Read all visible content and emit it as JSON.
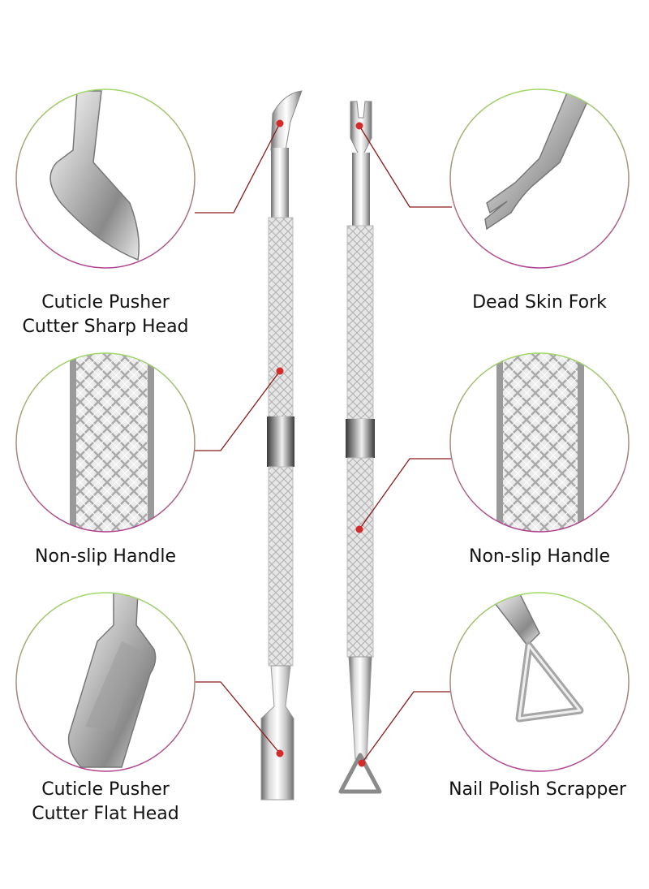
{
  "labels": {
    "top_left": [
      "Cuticle Pusher",
      "Cutter Sharp Head"
    ],
    "top_right": [
      "Dead Skin Fork"
    ],
    "mid_left": [
      "Non-slip Handle"
    ],
    "mid_right": [
      "Non-slip Handle"
    ],
    "bottom_left": [
      "Cuticle Pusher",
      "Cutter Flat Head"
    ],
    "bottom_right": [
      "Nail Polish Scrapper"
    ]
  },
  "colors": {
    "circle_top": "#a0d86a",
    "circle_bottom": "#b04090",
    "leader_line": "#8a1a1a",
    "marker_dot": "#d42a2a",
    "steel_light": "#f4f4f4",
    "steel_mid": "#c8c8c8",
    "steel_dark": "#6a6a6a"
  }
}
